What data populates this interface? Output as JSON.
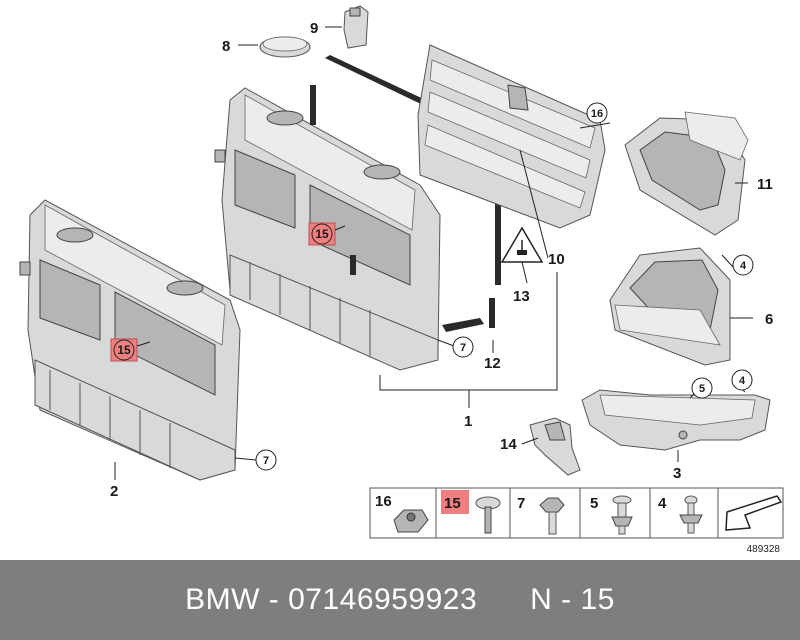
{
  "callouts": {
    "c1": "1",
    "c2": "2",
    "c3": "3",
    "c4a": "4",
    "c4b": "4",
    "c5": "5",
    "c6": "6",
    "c7a": "7",
    "c7b": "7",
    "c8": "8",
    "c9": "9",
    "c10": "10",
    "c11": "11",
    "c12": "12",
    "c13": "13",
    "c14": "14",
    "c15a": "15",
    "c15b": "15",
    "c16": "16"
  },
  "parts_table": {
    "cells": [
      "16",
      "15",
      "7",
      "5",
      "4"
    ],
    "highlighted": "15"
  },
  "diagram_id": "489328",
  "footer": {
    "text": "BMW - 07146959923      N - 15"
  },
  "colors": {
    "highlight": "#f08080",
    "footer_bg": "#7e7e7e"
  }
}
